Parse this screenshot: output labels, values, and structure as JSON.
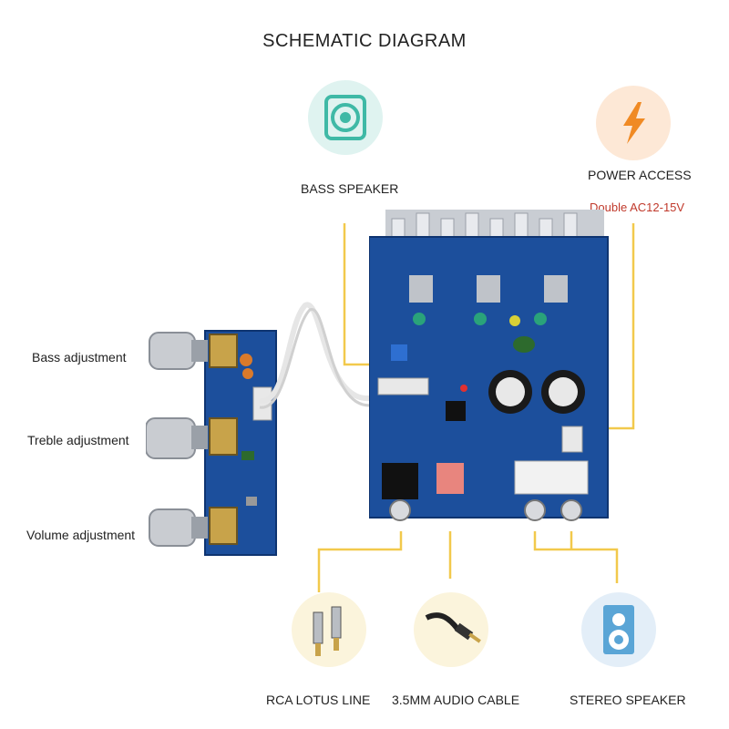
{
  "title": "SCHEMATIC DIAGRAM",
  "labels": {
    "bass_speaker": "BASS SPEAKER",
    "power_access": "POWER ACCESS",
    "power_spec": "Double AC12-15V",
    "rca": "RCA LOTUS LINE",
    "audio_cable": "3.5MM AUDIO CABLE",
    "stereo": "STEREO SPEAKER"
  },
  "adjustments": {
    "bass": "Bass adjustment",
    "treble": "Treble adjustment",
    "volume": "Volume adjustment"
  },
  "colors": {
    "leader": "#f2c94c",
    "pcb": "#1c4f9c",
    "teal_circle": "#dff3f0",
    "orange_circle": "#fde8d6",
    "blue_circle": "#e3eef8"
  }
}
